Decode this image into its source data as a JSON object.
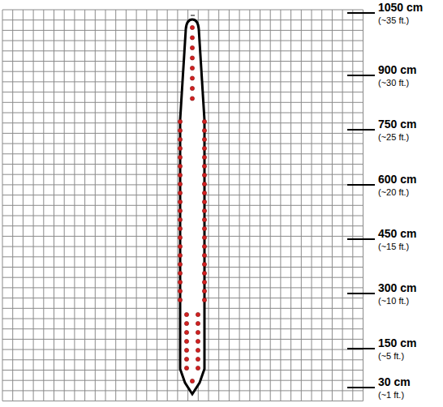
{
  "diagram": {
    "labels": [
      "1050 cm",
      "(~35 ft.)",
      "900 cm",
      "(~30 ft.)",
      "750 cm",
      "(~25 ft.)",
      "600 cm",
      "(~20 ft.)",
      "450 cm",
      "(~15 ft.)",
      "300 cm",
      "(~10 ft.)",
      "150 cm",
      "(~5 ft.)",
      "30 cm",
      "(~1 ft.)"
    ]
  }
}
